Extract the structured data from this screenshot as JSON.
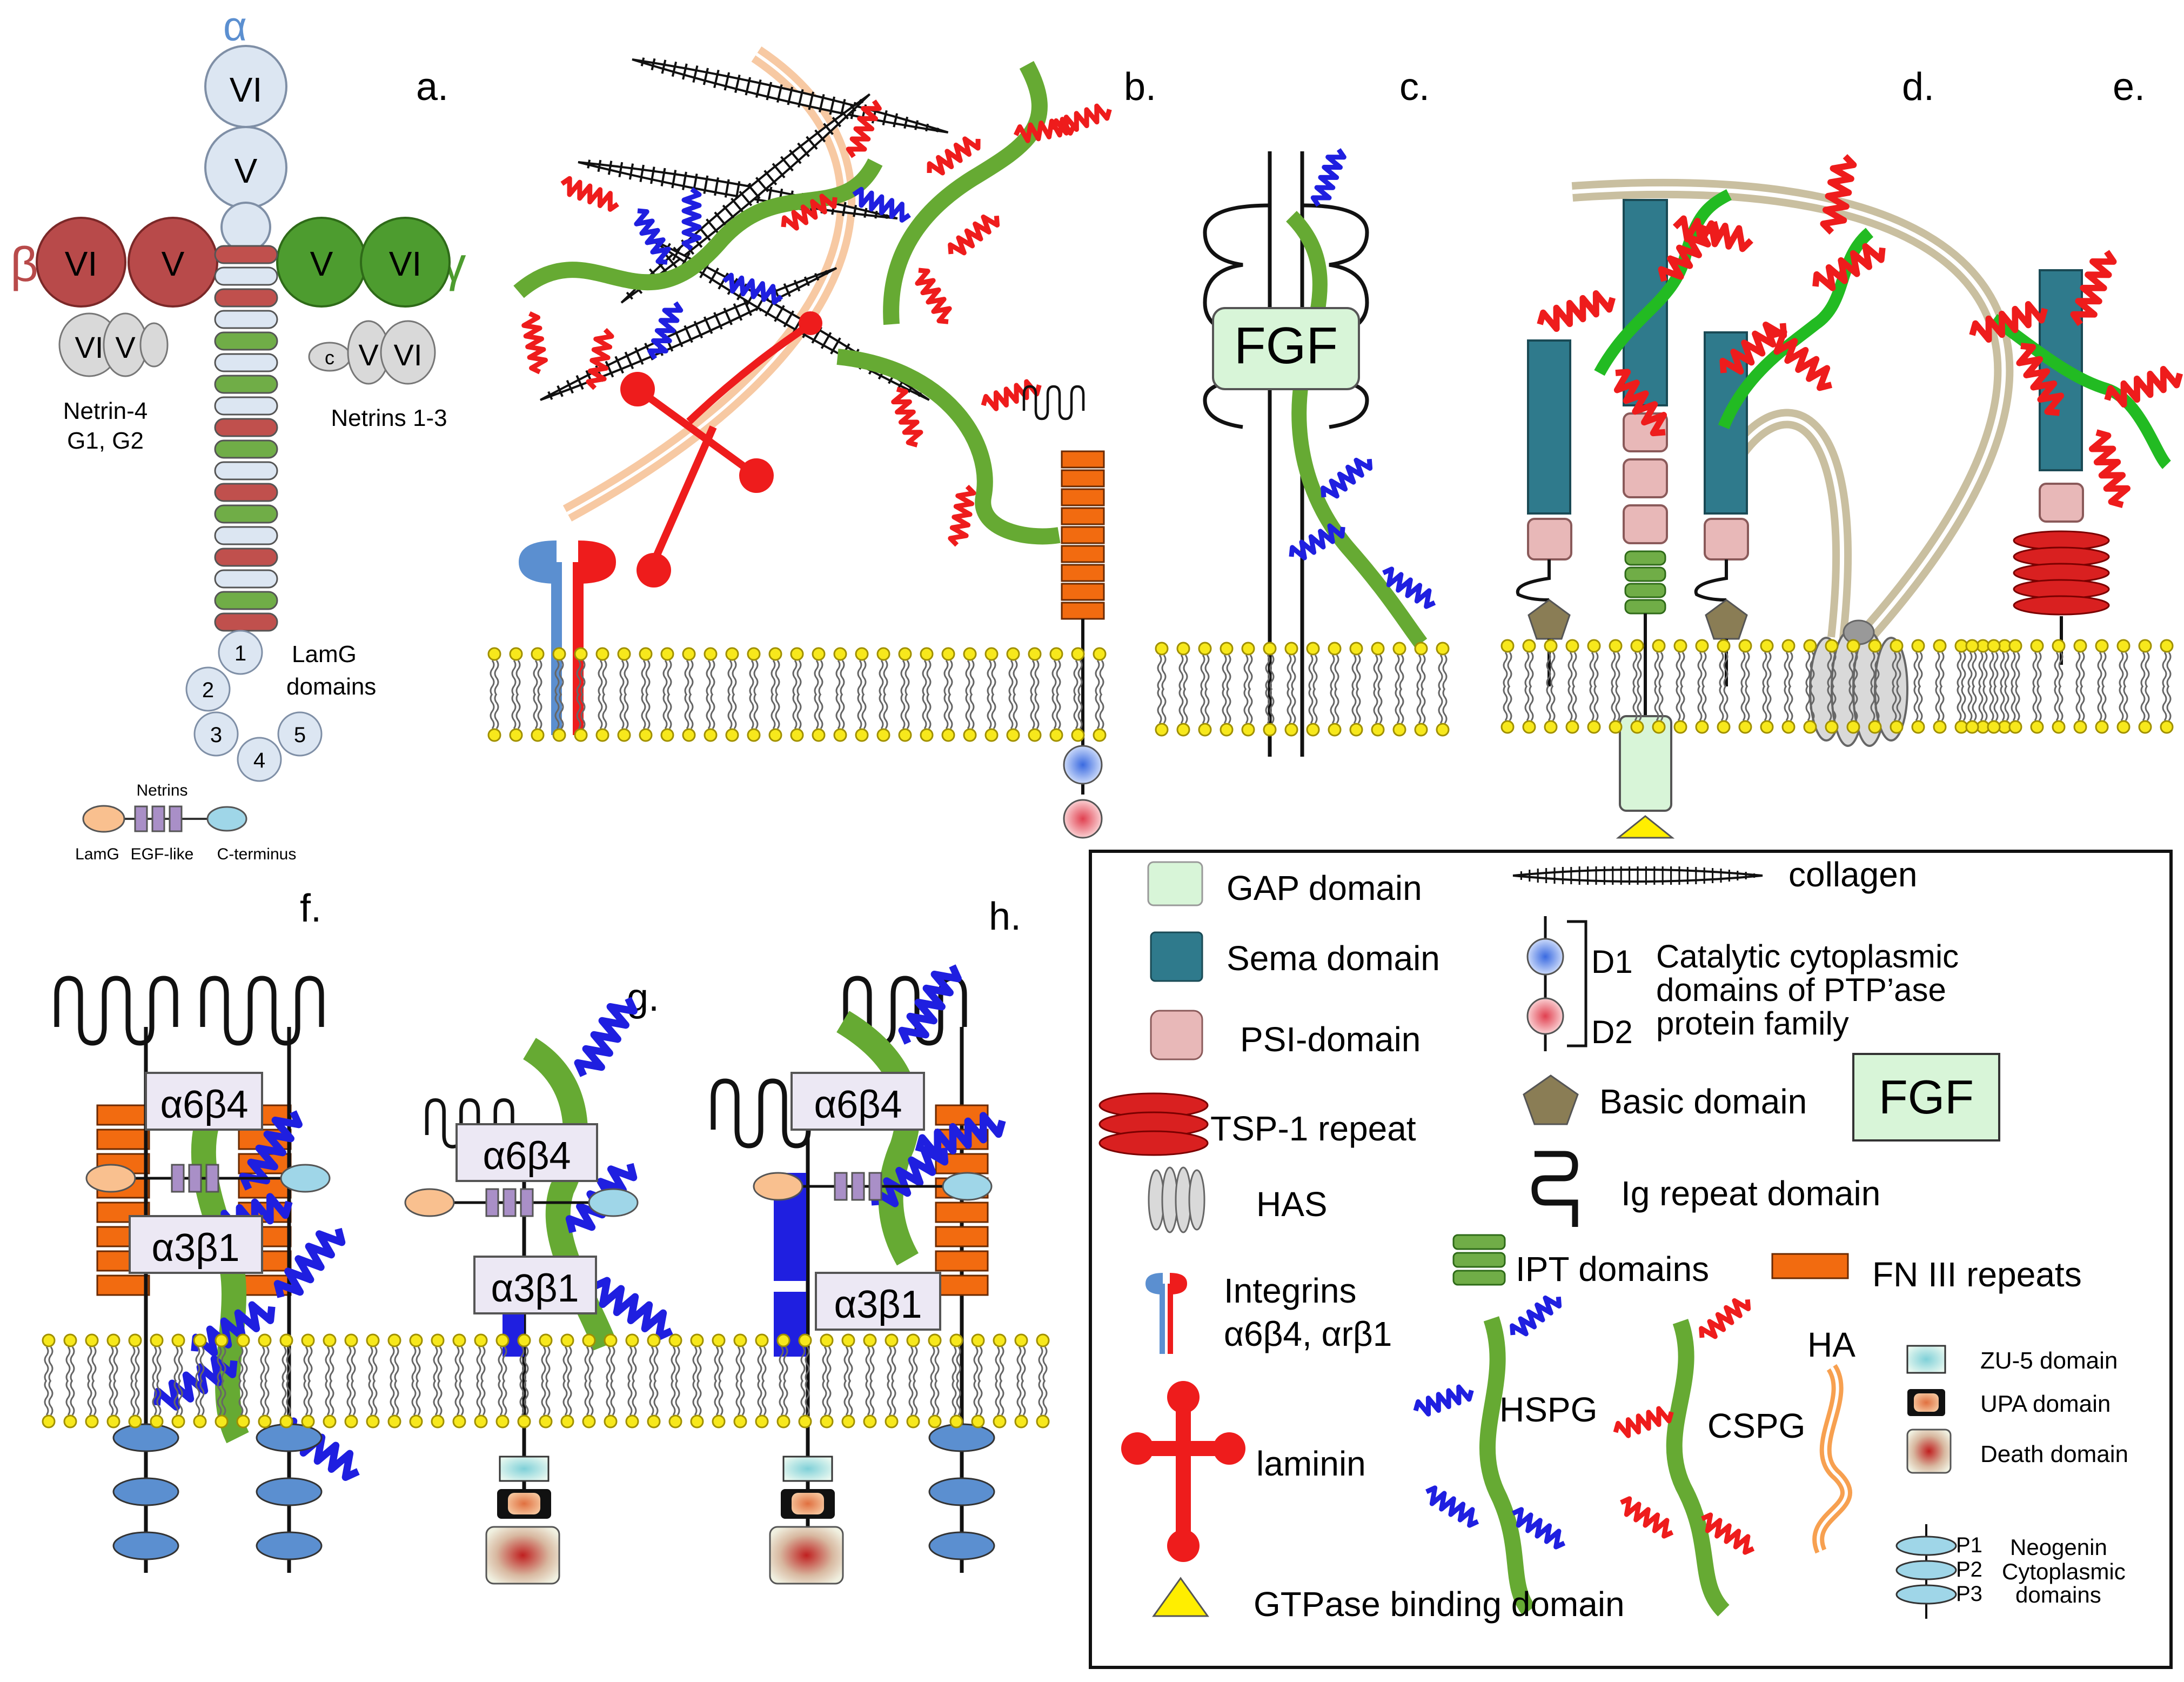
{
  "panels": {
    "a": {
      "label": "a.",
      "alpha": "α",
      "beta": "β",
      "gamma": "γ",
      "roman_vi": "VI",
      "roman_v": "V",
      "small_c": "c",
      "netrin4": "Netrin-4",
      "g1g2": "G1, G2",
      "netrins13": "Netrins 1-3",
      "lamg_line1": "LamG",
      "lamg_line2": "domains",
      "lamg_nums": [
        "1",
        "2",
        "3",
        "4",
        "5"
      ],
      "mini_title": "Netrins",
      "mini_lamg": "LamG",
      "mini_egf": "EGF-like",
      "mini_cterm": "C-terminus"
    },
    "b": {
      "label": "b."
    },
    "c": {
      "label": "c.",
      "fgf": "FGF"
    },
    "d": {
      "label": "d."
    },
    "e": {
      "label": "e."
    },
    "f": {
      "label": "f.",
      "a6b4": "α6β4",
      "a3b1": "α3β1"
    },
    "g": {
      "label": "g.",
      "a6b4": "α6β4",
      "a3b1": "α3β1"
    },
    "h": {
      "label": "h.",
      "a6b4": "α6β4",
      "a3b1": "α3β1"
    }
  },
  "legend": {
    "gap": "GAP domain",
    "collagen": "collagen",
    "sema": "Sema domain",
    "d1": "D1",
    "d2": "D2",
    "ptp_line1": "Catalytic cytoplasmic",
    "ptp_line2": "domains of PTP’ase",
    "ptp_line3": "protein family",
    "psi": "PSI-domain",
    "basic": "Basic domain",
    "fgf": "FGF",
    "tsp": "TSP-1 repeat",
    "has": "HAS",
    "ig": "Ig repeat domain",
    "ipt": "IPT domains",
    "fn3": "FN III repeats",
    "integrins_line1": "Integrins",
    "integrins_line2": "α6β4, αrβ1",
    "ha": "HA",
    "zu5": "ZU-5 domain",
    "upa": "UPA domain",
    "death": "Death domain",
    "hspg": "HSPG",
    "cspg": "CSPG",
    "laminin": "laminin",
    "p1": "P1",
    "p2": "P2",
    "p3": "P3",
    "neogenin_line1": "Neogenin",
    "neogenin_line2": "Cytoplasmic",
    "neogenin_line3": "domains",
    "gtpase": "GTPase binding domain"
  },
  "colors": {
    "alpha_blue": "#5b8fd0",
    "beta_red": "#b84a4a",
    "gamma_green": "#4d9c2f",
    "sema": "#2f7a8c",
    "psi": "#e8b8b8",
    "gap": "#d8f5d8",
    "fn3": "#f26b10",
    "hspg_blue": "#1f1fe0",
    "cspg_red": "#ee1c1c",
    "core_green": "#66aa33"
  }
}
